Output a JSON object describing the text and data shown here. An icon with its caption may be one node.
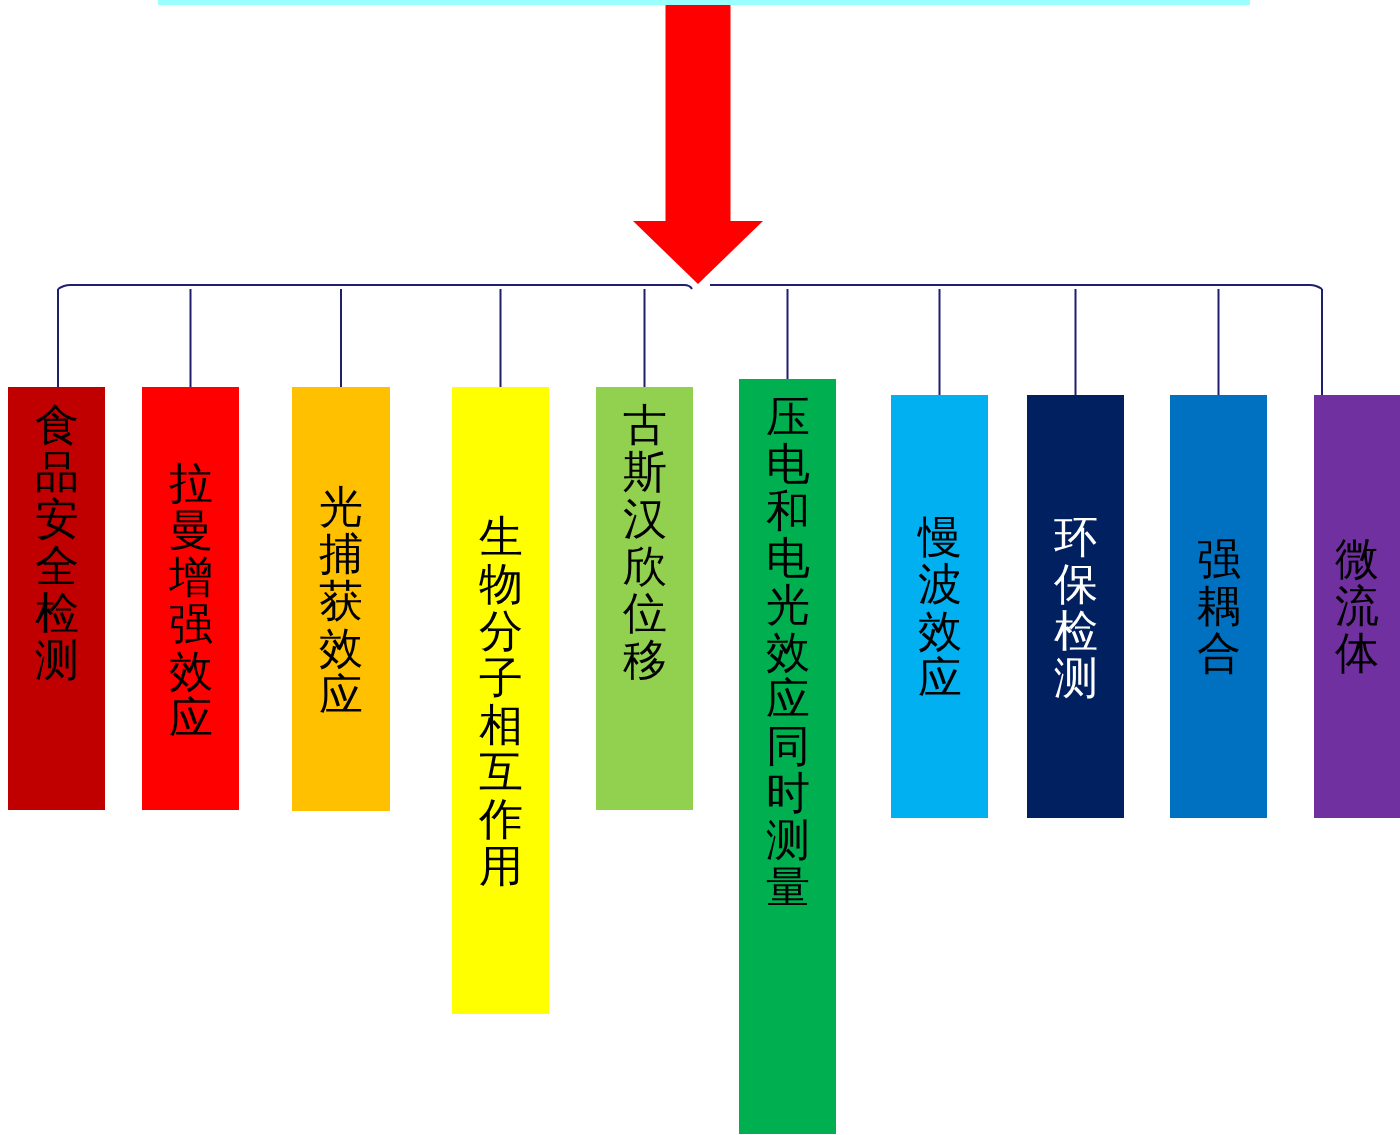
{
  "diagram": {
    "nodes": [
      {
        "text": [],
        "shape": "bar"
      },
      {
        "text": [],
        "shape": "bracket"
      },
      {
        "text": [
          "食品安全检测"
        ]
      },
      {
        "text": [
          "拉曼增强效应"
        ]
      },
      {
        "text": [
          "光捕获效应"
        ]
      },
      {
        "text": [
          "生物分子相互作用"
        ]
      },
      {
        "text": [
          "古斯汉欣位移"
        ]
      },
      {
        "text": [
          "压电和电光效应同时测量"
        ]
      },
      {
        "text": [
          "慢波效应"
        ]
      },
      {
        "text": [
          "环保检测"
        ]
      },
      {
        "text": [
          "强耦合"
        ]
      },
      {
        "text": [
          "微流体"
        ]
      }
    ],
    "edges": [
      {
        "from": 0,
        "to": 1,
        "arrow": "to",
        "style": "thick",
        "color": "#ff0000"
      },
      {
        "from": 1,
        "to": 2,
        "arrow": "none"
      },
      {
        "from": 1,
        "to": 3,
        "arrow": "none"
      },
      {
        "from": 1,
        "to": 4,
        "arrow": "none"
      },
      {
        "from": 1,
        "to": 5,
        "arrow": "none"
      },
      {
        "from": 1,
        "to": 6,
        "arrow": "none"
      },
      {
        "from": 1,
        "to": 7,
        "arrow": "none"
      },
      {
        "from": 1,
        "to": 8,
        "arrow": "none"
      },
      {
        "from": 1,
        "to": 9,
        "arrow": "none"
      },
      {
        "from": 1,
        "to": 10,
        "arrow": "none"
      },
      {
        "from": 1,
        "to": 11,
        "arrow": "none"
      }
    ]
  }
}
